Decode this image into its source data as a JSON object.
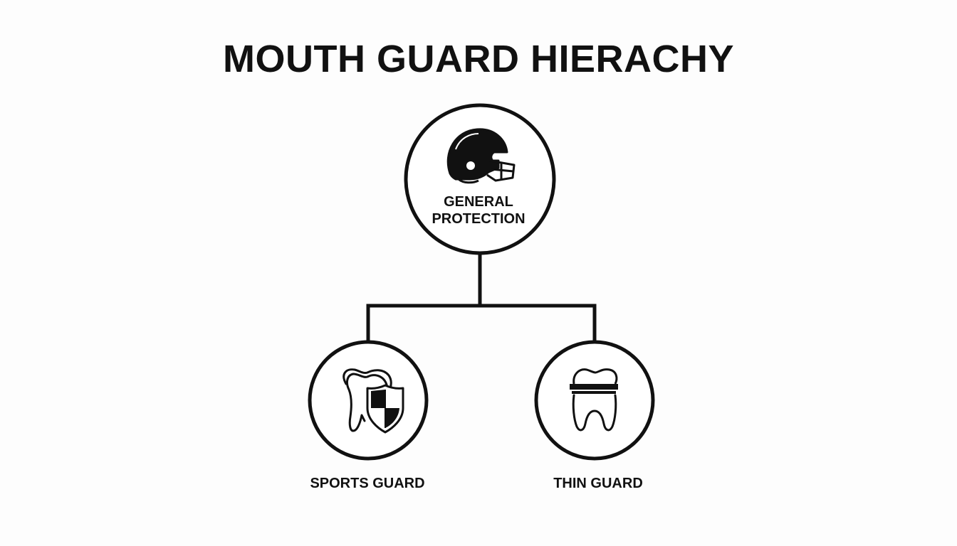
{
  "title": "MOUTH GUARD HIERACHY",
  "root": {
    "label_line1": "GENERAL",
    "label_line2": "PROTECTION",
    "icon": "football-helmet-icon"
  },
  "children": [
    {
      "label": "SPORTS GUARD",
      "icon": "tooth-shield-icon"
    },
    {
      "label": "THIN GUARD",
      "icon": "tooth-guard-icon"
    }
  ],
  "colors": {
    "stroke": "#111111",
    "background": "#fdfdfd"
  }
}
